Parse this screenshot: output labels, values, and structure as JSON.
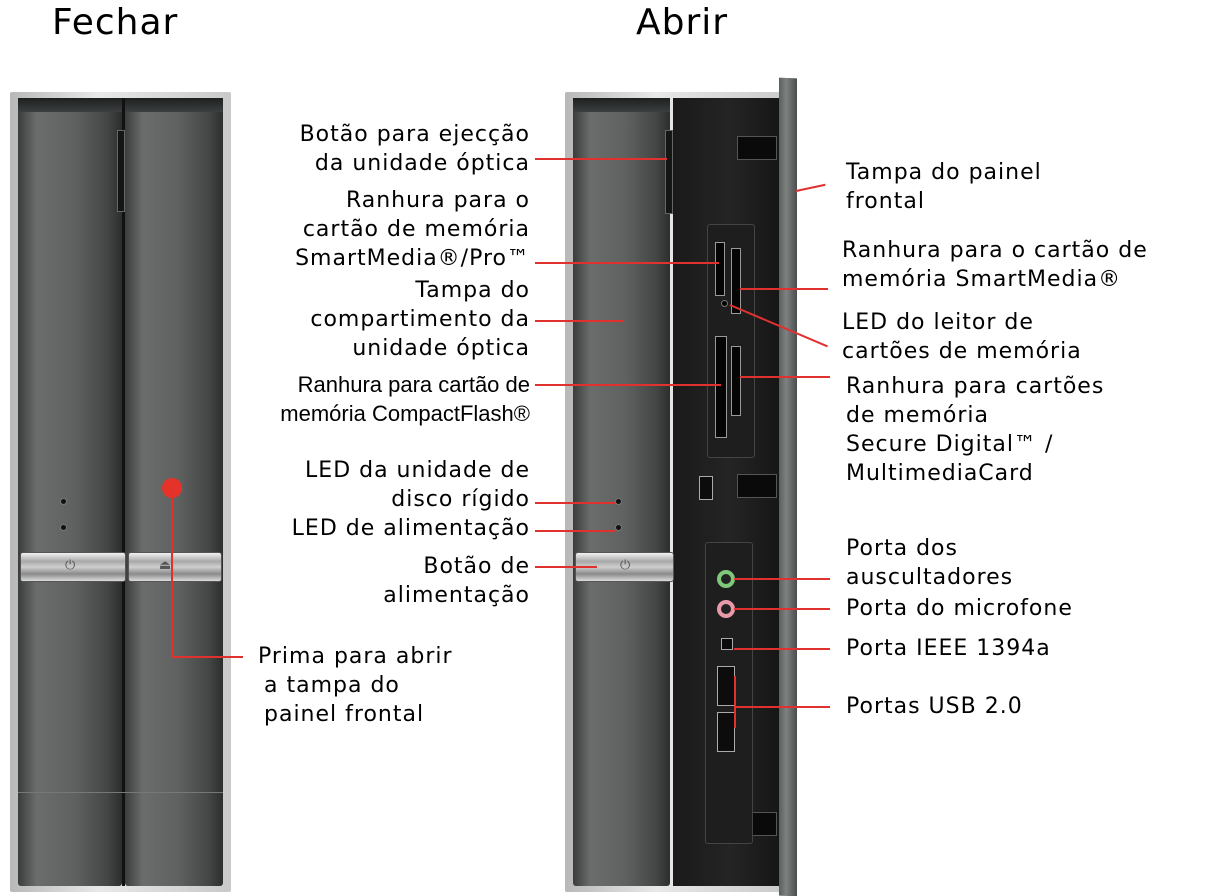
{
  "titles": {
    "closed": "Fechar",
    "open": "Abrir"
  },
  "labels": {
    "optical_eject": [
      "Botão para ejecção",
      "da unidade óptica"
    ],
    "smartmedia_pro": [
      "Ranhura para o",
      "cartão de memória",
      "SmartMedia®/Pro™"
    ],
    "optical_cover": [
      "Tampa do",
      "compartimento da",
      "unidade óptica"
    ],
    "compactflash": [
      "Ranhura para cartão de",
      "memória CompactFlash®"
    ],
    "hdd_led": [
      "LED da unidade de",
      "disco rígido"
    ],
    "power_led": "LED de alimentação",
    "power_button": [
      "Botão de",
      "alimentação"
    ],
    "press_open": [
      "Prima para abrir",
      "a tampa do",
      "painel frontal"
    ],
    "front_cover": [
      "Tampa do painel",
      "frontal"
    ],
    "smartmedia": [
      "Ranhura para o cartão de",
      "memória SmartMedia®"
    ],
    "card_led": [
      "LED do leitor de",
      "cartões de memória"
    ],
    "sd_mmc": [
      "Ranhura para cartões",
      "de memória",
      "Secure Digital™ /",
      "MultimediaCard"
    ],
    "headphone": [
      "Porta dos",
      "auscultadores"
    ],
    "mic": "Porta do microfone",
    "ieee1394": "Porta IEEE 1394a",
    "usb": "Portas USB 2.0"
  },
  "icons": {
    "power": "power-icon",
    "eject": "eject-icon"
  },
  "colors": {
    "callout": "#e0312f",
    "dot": "#e5332a",
    "headphone_jack": "#7fc77a",
    "mic_jack": "#e89aa8"
  }
}
